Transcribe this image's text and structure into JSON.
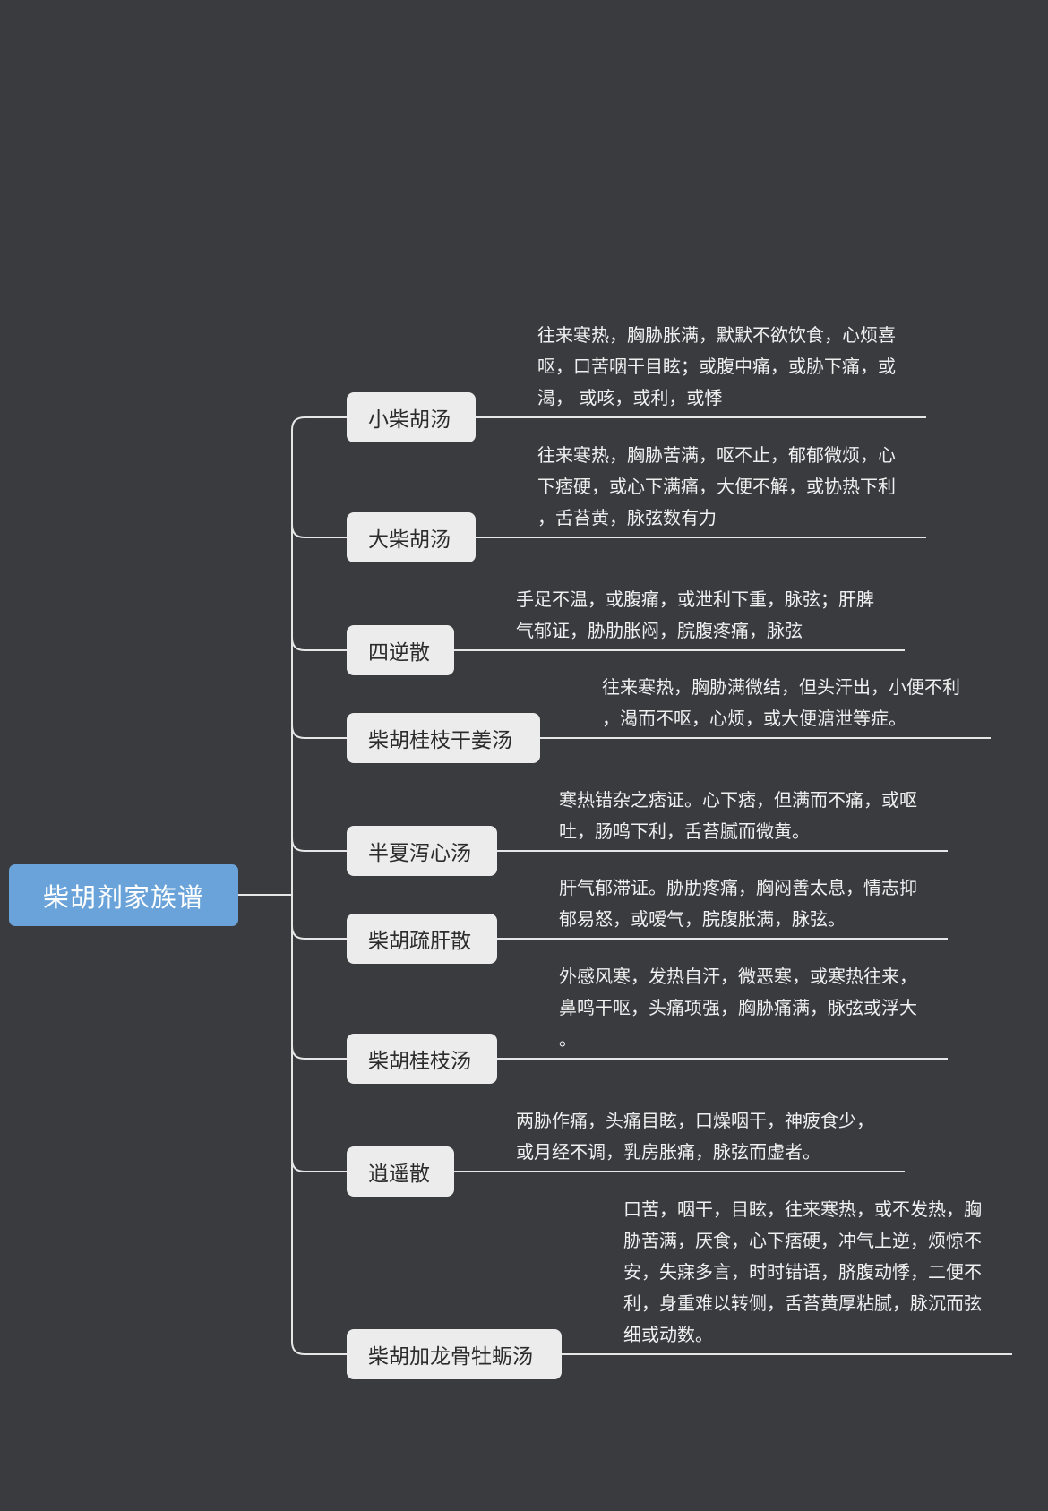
{
  "root": {
    "label": "柴胡剂家族谱"
  },
  "branches": [
    {
      "label": "小柴胡汤",
      "lines": [
        "往来寒热，胸胁胀满，默默不欲饮食，心烦喜",
        "呕，口苦咽干目眩；或腹中痛，或胁下痛，或",
        "渴， 或咳，或利，或悸"
      ]
    },
    {
      "label": "大柴胡汤",
      "lines": [
        "往来寒热，胸胁苦满，呕不止，郁郁微烦，心",
        "下痞硬，或心下满痛，大便不解，或协热下利",
        "，舌苔黄，脉弦数有力"
      ]
    },
    {
      "label": "四逆散",
      "lines": [
        "手足不温，或腹痛，或泄利下重，脉弦；肝脾",
        "气郁证，胁肋胀闷，脘腹疼痛，脉弦"
      ]
    },
    {
      "label": "柴胡桂枝干姜汤",
      "lines": [
        "往来寒热，胸胁满微结，但头汗出，小便不利",
        "，渴而不呕，心烦，或大便溏泄等症。"
      ]
    },
    {
      "label": "半夏泻心汤",
      "lines": [
        "寒热错杂之痞证。心下痞，但满而不痛，或呕",
        "吐，肠鸣下利，舌苔腻而微黄。"
      ]
    },
    {
      "label": "柴胡疏肝散",
      "lines": [
        "肝气郁滞证。胁肋疼痛，胸闷善太息，情志抑",
        "郁易怒，或嗳气，脘腹胀满，脉弦。"
      ]
    },
    {
      "label": "柴胡桂枝汤",
      "lines": [
        "外感风寒，发热自汗，微恶寒，或寒热往来，",
        "鼻鸣干呕，头痛项强，胸胁痛满，脉弦或浮大",
        "。"
      ]
    },
    {
      "label": "逍遥散",
      "lines": [
        "两胁作痛，头痛目眩，口燥咽干，神疲食少，",
        "或月经不调，乳房胀痛，脉弦而虚者。"
      ]
    },
    {
      "label": "柴胡加龙骨牡蛎汤",
      "lines": [
        "口苦，咽干，目眩，往来寒热，或不发热，胸",
        "胁苦满，厌食，心下痞硬，冲气上逆，烦惊不",
        "安，失寐多言，时时错语，脐腹动悸，二便不",
        "利，身重难以转侧，舌苔黄厚粘腻，脉沉而弦",
        "细或动数。"
      ]
    }
  ],
  "colors": {
    "background": "#3a3b3f",
    "root": "#6aa3d9",
    "topic": "#ececec",
    "line": "#e6e6e6",
    "note_text": "#f0f0f0"
  }
}
